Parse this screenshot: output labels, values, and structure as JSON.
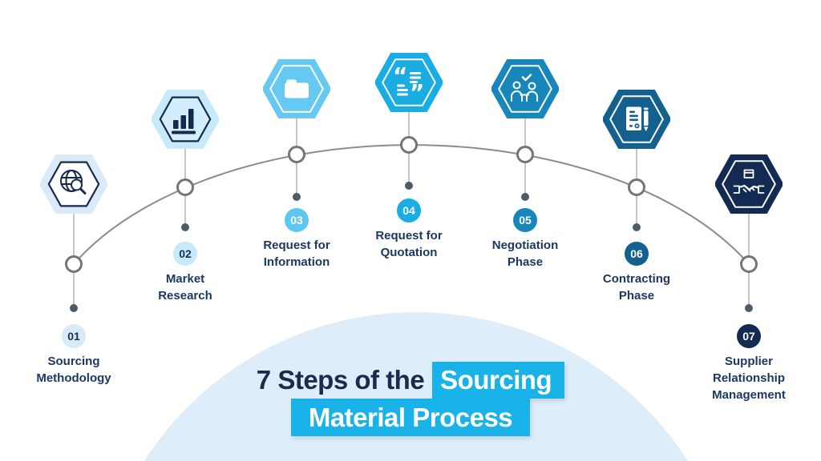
{
  "title": {
    "line1_plain": "7 Steps of the",
    "line1_highlight": "Sourcing",
    "line2_highlight": "Material Process",
    "highlight_color": "#19b3e9",
    "text_color": "#1b2b4e"
  },
  "colors": {
    "dome": "#ddedf9",
    "arc": "#8c8c8c",
    "connector": "#c6c6c6",
    "ring_border": "#757575",
    "dot": "#4e5a64",
    "label": "#1c3861",
    "background": "#ffffff"
  },
  "steps": [
    {
      "number": "01",
      "label": "Sourcing Methodology",
      "label_lines": [
        "Sourcing",
        "Methodology"
      ],
      "icon": "globe-search-icon",
      "hex_fill": "#dbeaf8",
      "hex_inner_fill": "#ffffff",
      "hex_stroke": "#16294d",
      "icon_color": "#16294d",
      "badge_bg": "#d9eaf8",
      "badge_fg": "#1b2f55"
    },
    {
      "number": "02",
      "label": "Market Research",
      "label_lines": [
        "Market",
        "Research"
      ],
      "icon": "bar-chart-icon",
      "hex_fill": "#c7eafb",
      "hex_inner_fill": "#d2eefc",
      "hex_stroke": "#16294d",
      "icon_color": "#16294d",
      "badge_bg": "#c7eafb",
      "badge_fg": "#1b2f55"
    },
    {
      "number": "03",
      "label": "Request for Information",
      "label_lines": [
        "Request for",
        "Information"
      ],
      "icon": "folder-icon",
      "hex_fill": "#66c9f1",
      "hex_inner_stroke": "#ffffff",
      "icon_color": "#ffffff",
      "badge_bg": "#5ec7f1",
      "badge_fg": "#ffffff"
    },
    {
      "number": "04",
      "label": "Request for Quotation",
      "label_lines": [
        "Request for",
        "Quotation"
      ],
      "icon": "quotation-icon",
      "hex_fill": "#19ade4",
      "hex_inner_stroke": "#ffffff",
      "icon_color": "#ffffff",
      "badge_bg": "#19ade4",
      "badge_fg": "#ffffff"
    },
    {
      "number": "05",
      "label": "Negotiation Phase",
      "label_lines": [
        "Negotiation",
        "Phase"
      ],
      "icon": "negotiation-people-icon",
      "hex_fill": "#1787bb",
      "hex_inner_stroke": "#ffffff",
      "icon_color": "#ffffff",
      "badge_bg": "#1787bb",
      "badge_fg": "#ffffff"
    },
    {
      "number": "06",
      "label": "Contracting Phase",
      "label_lines": [
        "Contracting",
        "Phase"
      ],
      "icon": "contract-pen-icon",
      "hex_fill": "#14608f",
      "hex_inner_stroke": "#ffffff",
      "icon_color": "#ffffff",
      "badge_bg": "#14608f",
      "badge_fg": "#ffffff"
    },
    {
      "number": "07",
      "label": "Supplier Relationship Management",
      "label_lines": [
        "Supplier",
        "Relationship",
        "Management"
      ],
      "icon": "handshake-box-icon",
      "hex_fill": "#132a52",
      "hex_inner_stroke": "#ffffff",
      "icon_color": "#ffffff",
      "badge_bg": "#132a52",
      "badge_fg": "#ffffff"
    }
  ]
}
